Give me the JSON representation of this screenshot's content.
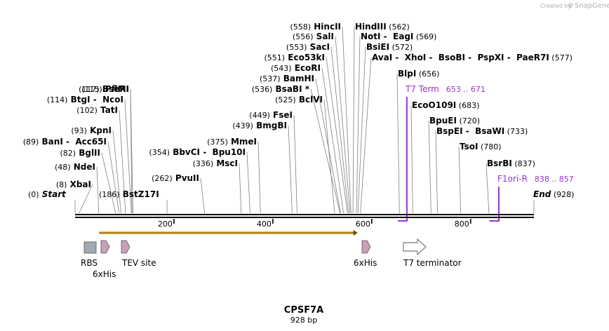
{
  "credit": {
    "created_by": "Created by",
    "brand": "SnapGene"
  },
  "construct": {
    "name": "CPSF7A",
    "length": "928 bp"
  },
  "sequence_length": 928,
  "ruler_ticks": [
    {
      "pos": 200,
      "label": "200"
    },
    {
      "pos": 400,
      "label": "400"
    },
    {
      "pos": 600,
      "label": "600"
    },
    {
      "pos": 800,
      "label": "800"
    }
  ],
  "sites": [
    {
      "pos": 0,
      "parts": [
        {
          "t": "(0)",
          "k": "pos"
        },
        {
          "t": "Start",
          "k": "end"
        }
      ]
    },
    {
      "pos": 8,
      "parts": [
        {
          "t": "(8)",
          "k": "pos"
        },
        {
          "t": "XbaI",
          "k": "name"
        }
      ]
    },
    {
      "pos": 48,
      "parts": [
        {
          "t": "(48)",
          "k": "pos"
        },
        {
          "t": "NdeI",
          "k": "name"
        }
      ]
    },
    {
      "pos": 82,
      "parts": [
        {
          "t": "(82)",
          "k": "pos"
        },
        {
          "t": "BglII",
          "k": "name"
        }
      ]
    },
    {
      "pos": 89,
      "parts": [
        {
          "t": "(89)",
          "k": "pos"
        },
        {
          "t": "BanI",
          "k": "name"
        },
        {
          "t": "-",
          "k": "sep"
        },
        {
          "t": "Acc65I",
          "k": "name"
        }
      ]
    },
    {
      "pos": 93,
      "parts": [
        {
          "t": "(93)",
          "k": "pos"
        },
        {
          "t": "KpnI",
          "k": "name"
        }
      ]
    },
    {
      "pos": 102,
      "parts": [
        {
          "t": "(102)",
          "k": "pos"
        },
        {
          "t": "TatI",
          "k": "name"
        }
      ]
    },
    {
      "pos": 114,
      "parts": [
        {
          "t": "(114)",
          "k": "pos"
        },
        {
          "t": "BtgI",
          "k": "name"
        },
        {
          "t": "-",
          "k": "sep"
        },
        {
          "t": "NcoI",
          "k": "name"
        }
      ]
    },
    {
      "pos": 115,
      "parts": [
        {
          "t": "(115)",
          "k": "pos"
        },
        {
          "t": "PflMI",
          "k": "name"
        }
      ]
    },
    {
      "pos": 117,
      "parts": [
        {
          "t": "(117)",
          "k": "pos"
        },
        {
          "t": "BseRI",
          "k": "name"
        }
      ]
    },
    {
      "pos": 186,
      "parts": [
        {
          "t": "(186)",
          "k": "pos"
        },
        {
          "t": "BstZ17I",
          "k": "name"
        }
      ]
    },
    {
      "pos": 262,
      "parts": [
        {
          "t": "(262)",
          "k": "pos"
        },
        {
          "t": "PvuII",
          "k": "name"
        }
      ]
    },
    {
      "pos": 336,
      "parts": [
        {
          "t": "(336)",
          "k": "pos"
        },
        {
          "t": "MscI",
          "k": "name"
        }
      ]
    },
    {
      "pos": 354,
      "parts": [
        {
          "t": "(354)",
          "k": "pos"
        },
        {
          "t": "BbvCI",
          "k": "name"
        },
        {
          "t": "-",
          "k": "sep"
        },
        {
          "t": "Bpu10I",
          "k": "name"
        }
      ]
    },
    {
      "pos": 375,
      "parts": [
        {
          "t": "(375)",
          "k": "pos"
        },
        {
          "t": "MmeI",
          "k": "name"
        }
      ]
    },
    {
      "pos": 439,
      "parts": [
        {
          "t": "(439)",
          "k": "pos"
        },
        {
          "t": "BmgBI",
          "k": "name"
        }
      ]
    },
    {
      "pos": 449,
      "parts": [
        {
          "t": "(449)",
          "k": "pos"
        },
        {
          "t": "FseI",
          "k": "name"
        }
      ]
    },
    {
      "pos": 525,
      "parts": [
        {
          "t": "(525)",
          "k": "pos"
        },
        {
          "t": "BclVI",
          "k": "name"
        }
      ]
    },
    {
      "pos": 536,
      "parts": [
        {
          "t": "(536)",
          "k": "pos"
        },
        {
          "t": "BsaBI *",
          "k": "name"
        }
      ]
    },
    {
      "pos": 537,
      "parts": [
        {
          "t": "(537)",
          "k": "pos"
        },
        {
          "t": "BamHI",
          "k": "name"
        }
      ]
    },
    {
      "pos": 543,
      "parts": [
        {
          "t": "(543)",
          "k": "pos"
        },
        {
          "t": "EcoRI",
          "k": "name"
        }
      ]
    },
    {
      "pos": 551,
      "parts": [
        {
          "t": "(551)",
          "k": "pos"
        },
        {
          "t": "Eco53kI",
          "k": "name"
        }
      ]
    },
    {
      "pos": 553,
      "parts": [
        {
          "t": "(553)",
          "k": "pos"
        },
        {
          "t": "SacI",
          "k": "name"
        }
      ]
    },
    {
      "pos": 556,
      "parts": [
        {
          "t": "(556)",
          "k": "pos"
        },
        {
          "t": "SalI",
          "k": "name"
        }
      ]
    },
    {
      "pos": 558,
      "parts": [
        {
          "t": "(558)",
          "k": "pos"
        },
        {
          "t": "HincII",
          "k": "name"
        }
      ]
    },
    {
      "pos": 562,
      "parts": [
        {
          "t": "HindIII",
          "k": "name"
        },
        {
          "t": "(562)",
          "k": "pos"
        }
      ]
    },
    {
      "pos": 569,
      "parts": [
        {
          "t": "NotI",
          "k": "name"
        },
        {
          "t": "-",
          "k": "sep"
        },
        {
          "t": "EagI",
          "k": "name"
        },
        {
          "t": "(569)",
          "k": "pos"
        }
      ]
    },
    {
      "pos": 572,
      "parts": [
        {
          "t": "BsiEI",
          "k": "name"
        },
        {
          "t": "(572)",
          "k": "pos"
        }
      ]
    },
    {
      "pos": 577,
      "parts": [
        {
          "t": "AvaI",
          "k": "name"
        },
        {
          "t": "-",
          "k": "sep"
        },
        {
          "t": "XhoI",
          "k": "name"
        },
        {
          "t": "-",
          "k": "sep"
        },
        {
          "t": "BsoBI",
          "k": "name"
        },
        {
          "t": "-",
          "k": "sep"
        },
        {
          "t": "PspXI",
          "k": "name"
        },
        {
          "t": "-",
          "k": "sep"
        },
        {
          "t": "PaeR7I",
          "k": "name"
        },
        {
          "t": "(577)",
          "k": "pos"
        }
      ]
    },
    {
      "pos": 656,
      "parts": [
        {
          "t": "BlpI",
          "k": "name"
        },
        {
          "t": "(656)",
          "k": "pos"
        }
      ]
    },
    {
      "pos": 683,
      "parts": [
        {
          "t": "EcoO109I",
          "k": "name"
        },
        {
          "t": "(683)",
          "k": "pos"
        }
      ]
    },
    {
      "pos": 720,
      "parts": [
        {
          "t": "BpuEI",
          "k": "name"
        },
        {
          "t": "(720)",
          "k": "pos"
        }
      ]
    },
    {
      "pos": 733,
      "parts": [
        {
          "t": "BspEI",
          "k": "name"
        },
        {
          "t": "-",
          "k": "sep"
        },
        {
          "t": "BsaWI",
          "k": "name"
        },
        {
          "t": "(733)",
          "k": "pos"
        }
      ]
    },
    {
      "pos": 780,
      "parts": [
        {
          "t": "TsoI",
          "k": "name"
        },
        {
          "t": "(780)",
          "k": "pos"
        }
      ]
    },
    {
      "pos": 837,
      "parts": [
        {
          "t": "BsrBI",
          "k": "name"
        },
        {
          "t": "(837)",
          "k": "pos"
        }
      ]
    },
    {
      "pos": 928,
      "parts": [
        {
          "t": "End",
          "k": "end"
        },
        {
          "t": "(928)",
          "k": "pos"
        }
      ]
    }
  ],
  "primers": [
    {
      "name": "T7 Term",
      "range": "653 .. 671",
      "start": 653,
      "end": 671,
      "color": "#9933cc"
    },
    {
      "name": "F1ori-R",
      "range": "838 .. 857",
      "start": 838,
      "end": 857,
      "color": "#9933cc"
    }
  ],
  "orf": {
    "start": 50,
    "end": 570,
    "color": "#e8b84a"
  },
  "features": [
    {
      "label": "RBS",
      "pos": 30,
      "shape": "box",
      "color": "#a0a8b0"
    },
    {
      "label": "6xHis",
      "pos": 60,
      "shape": "arrow",
      "color": "#c8a0b8"
    },
    {
      "label": "TEV site",
      "pos": 100,
      "shape": "arrow",
      "color": "#c8a0b8"
    },
    {
      "label": "6xHis",
      "pos": 570,
      "shape": "arrow",
      "color": "#c8a0b8"
    },
    {
      "label": "T7 terminator",
      "pos": 675,
      "shape": "open-arrow",
      "color": "#ffffff"
    }
  ]
}
